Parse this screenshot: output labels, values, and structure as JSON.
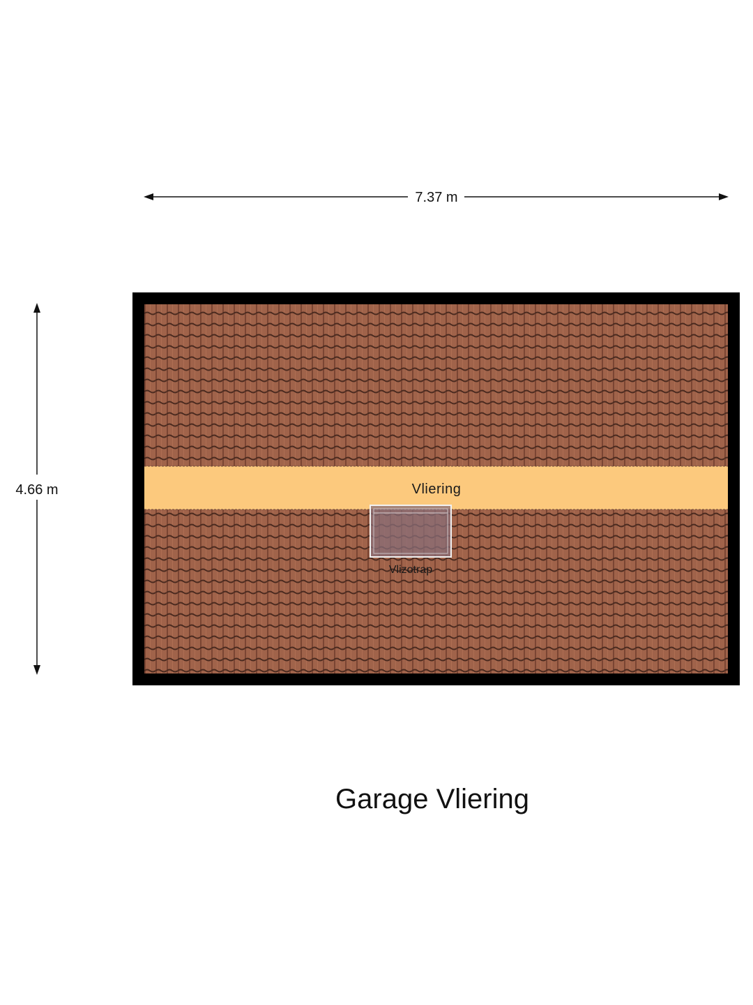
{
  "plan": {
    "title": "Garage Vliering",
    "width_dimension": "7.37 m",
    "height_dimension": "4.66 m"
  },
  "rooms": {
    "main": "Vliering",
    "hatch": "Vlizotrap"
  },
  "colors": {
    "wall": "#000000",
    "roof_tile": "#a0634a",
    "roof_tile_shadow": "#5a3426",
    "room_fill": "#fcc97d",
    "hatch_fill": "#8a6d78"
  }
}
